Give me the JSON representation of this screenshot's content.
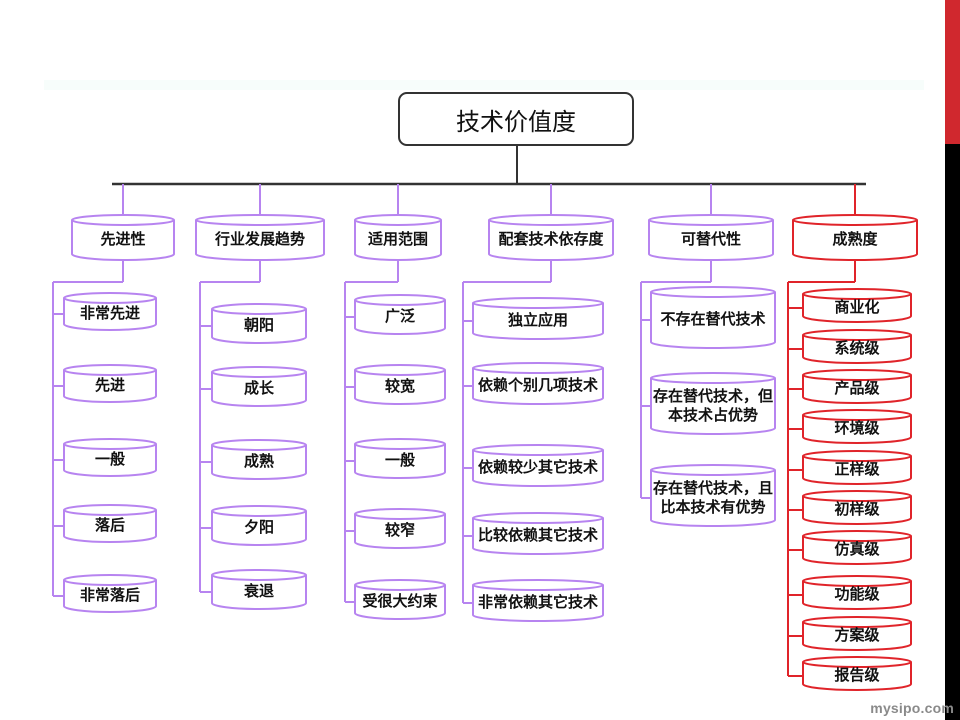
{
  "title": "技术价值度",
  "watermark": "mysipo.com",
  "colors": {
    "purple": "#b784f0",
    "red": "#e0242a",
    "line": "#333333",
    "accent_bar": "#d0282e"
  },
  "categories": [
    {
      "label": "先进性",
      "color": "purple",
      "items": [
        "非常先进",
        "先进",
        "一般",
        "落后",
        "非常落后"
      ]
    },
    {
      "label": "行业发展趋势",
      "color": "purple",
      "items": [
        "朝阳",
        "成长",
        "成熟",
        "夕阳",
        "衰退"
      ]
    },
    {
      "label": "适用范围",
      "color": "purple",
      "items": [
        "广泛",
        "较宽",
        "一般",
        "较窄",
        "受很大约束"
      ]
    },
    {
      "label": "配套技术依存度",
      "color": "purple",
      "items": [
        "独立应用",
        "依赖个别几项技术",
        "依赖较少其它技术",
        "比较依赖其它技术",
        "非常依赖其它技术"
      ]
    },
    {
      "label": "可替代性",
      "color": "purple",
      "items": [
        "不存在替代技术",
        "存在替代技术，但本技术占优势",
        "存在替代技术，且比本技术有优势"
      ]
    },
    {
      "label": "成熟度",
      "color": "red",
      "items": [
        "商业化",
        "系统级",
        "产品级",
        "环境级",
        "正样级",
        "初样级",
        "仿真级",
        "功能级",
        "方案级",
        "报告级"
      ]
    }
  ]
}
